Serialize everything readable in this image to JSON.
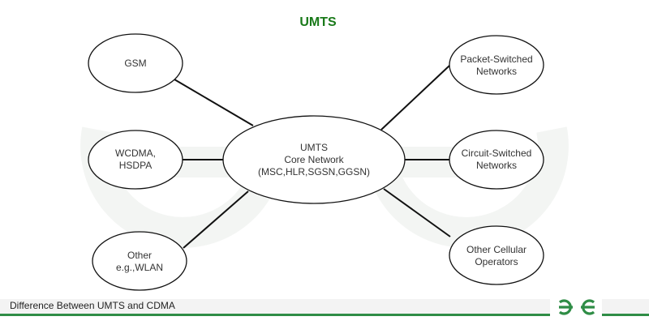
{
  "title": "UMTS",
  "colors": {
    "title": "#1a7a1a",
    "accent": "#2f8d46",
    "stroke": "#111111",
    "watermark": "#f4f6f4"
  },
  "center_node": {
    "lines": [
      "UMTS",
      "Core Network",
      "(MSC,HLR,SGSN,GGSN)"
    ]
  },
  "left_nodes": [
    {
      "id": "gsm",
      "lines": [
        "GSM"
      ]
    },
    {
      "id": "wcdma-hsdpa",
      "lines": [
        "WCDMA,",
        "HSDPA"
      ]
    },
    {
      "id": "other-wlan",
      "lines": [
        "Other",
        "e.g.,WLAN"
      ]
    }
  ],
  "right_nodes": [
    {
      "id": "packet-switched",
      "lines": [
        "Packet-Switched",
        "Networks"
      ]
    },
    {
      "id": "circuit-switched",
      "lines": [
        "Circuit-Switched",
        "Networks"
      ]
    },
    {
      "id": "other-cellular",
      "lines": [
        "Other Cellular",
        "Operators"
      ]
    }
  ],
  "footer": {
    "caption": "Difference Between UMTS and CDMA",
    "logo_icon": "geeksforgeeks-logo-icon"
  }
}
